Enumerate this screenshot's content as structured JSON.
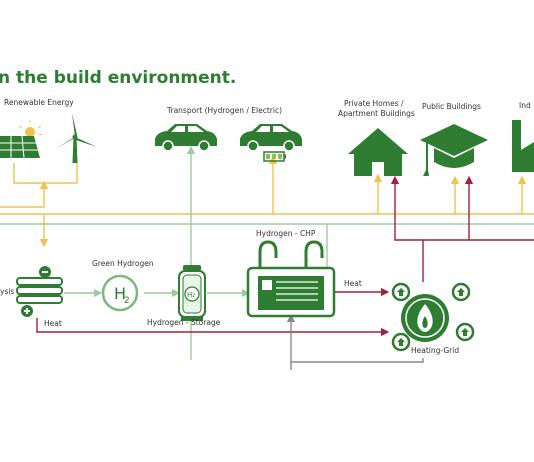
{
  "heading": "n the build environment.",
  "labels": {
    "renewable": "Renewable Energy",
    "transport": "Transport (Hydrogen / Electric)",
    "private_homes_1": "Private Homes /",
    "private_homes_2": "Apartment Buildings",
    "public_buildings": "Public Buildings",
    "industry": "Ind",
    "green_hydrogen": "Green Hydrogen",
    "electrolysis": "ysis",
    "hydrogen_chp": "Hydrogen - CHP",
    "heat_right": "Heat",
    "heat_left": "Heat",
    "hydrogen_storage": "Hydrogen - Storage",
    "heating_grid": "Heating-Grid",
    "h2_symbol": "H",
    "h2_sub": "2",
    "storage_symbol": "H₂"
  },
  "colors": {
    "green": "#2e7d32",
    "electric": "#f2c14e",
    "heat": "#a61e3a",
    "hydrogen": "#9ccc9c",
    "gray": "#8a8a8a"
  },
  "icons": [
    "solar-panel-icon",
    "wind-turbine-icon",
    "car-hydrogen-icon",
    "car-electric-icon",
    "battery-icon",
    "house-icon",
    "graduation-cap-icon",
    "factory-icon",
    "electrolyzer-icon",
    "h2-molecule-icon",
    "storage-tank-icon",
    "chp-unit-icon",
    "flame-icon",
    "house-small-icon"
  ]
}
